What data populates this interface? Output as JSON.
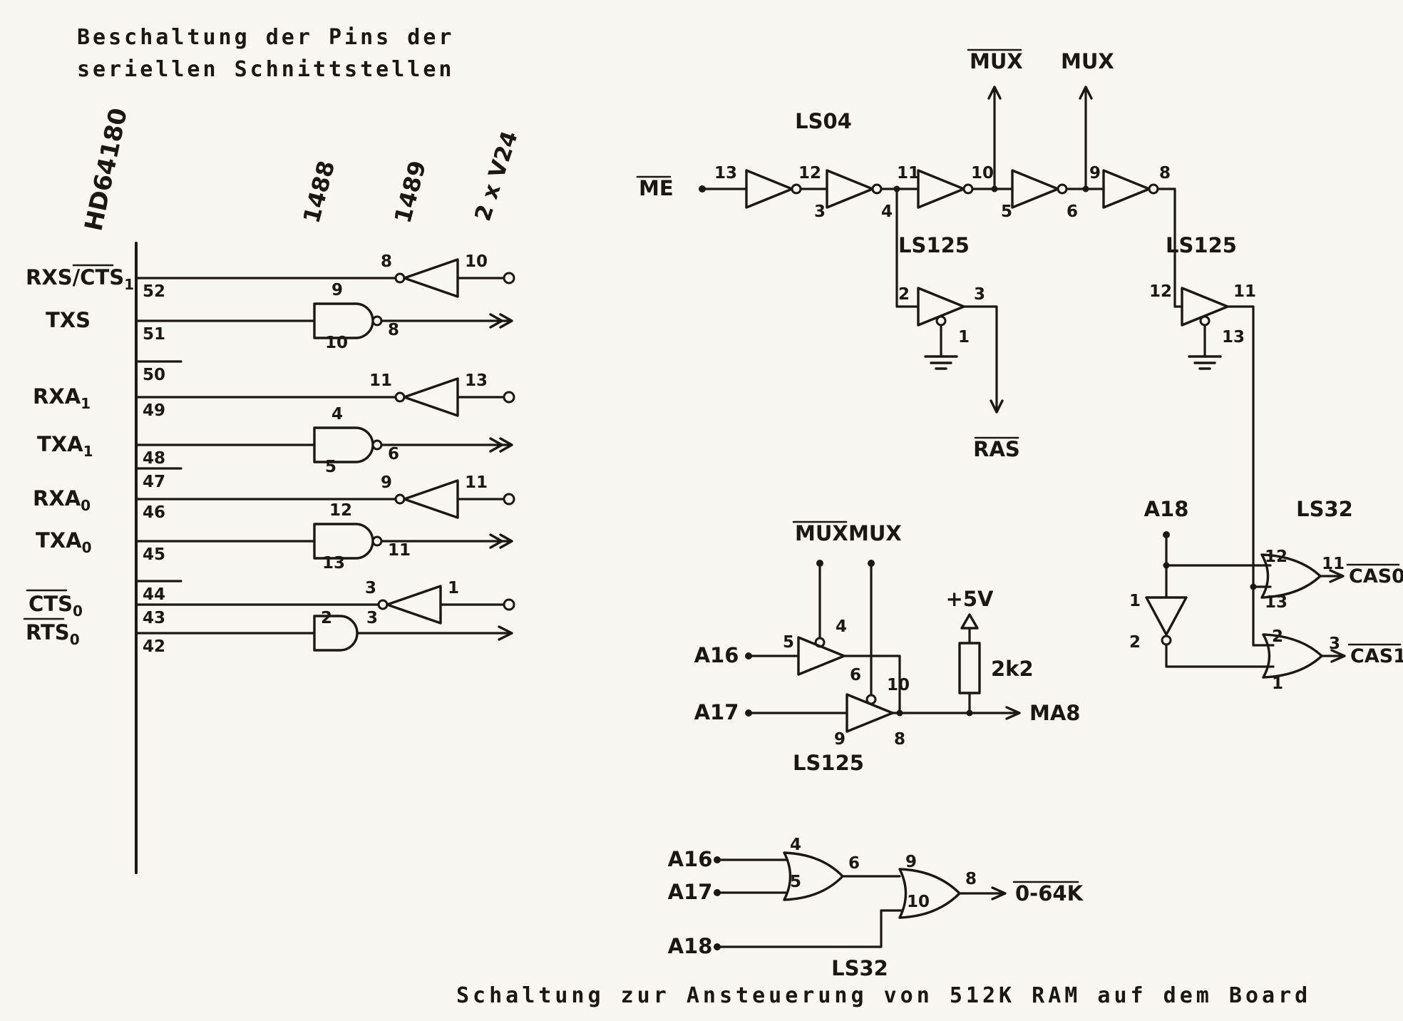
{
  "colors": {
    "paper": "#f8f6f1",
    "ink": "#1b1814"
  },
  "left": {
    "title1": "Beschaltung der Pins der",
    "title2": "seriellen Schnittstellen",
    "cols": {
      "chip": "HD64180",
      "driver": "1488",
      "receiver": "1489",
      "v24": "2 x V24"
    },
    "rows": {
      "rxs": {
        "pre": "RXS/",
        "over": "CTS",
        "sub": "1",
        "pin": "52",
        "nl": "8",
        "nr": "10"
      },
      "txs": {
        "name": "TXS",
        "pin": "51",
        "nt": "9",
        "nb": "10",
        "no": "8"
      },
      "p50": {
        "pin": "50"
      },
      "rxa1": {
        "name": "RXA",
        "sub": "1",
        "pin": "49",
        "nl": "11",
        "nr": "13"
      },
      "txa1": {
        "name": "TXA",
        "sub": "1",
        "pin": "48",
        "nt": "4",
        "nb": "5",
        "no": "6"
      },
      "p47": {
        "pin": "47"
      },
      "rxa0": {
        "name": "RXA",
        "sub": "0",
        "pin": "46",
        "nl": "9",
        "nr": "11"
      },
      "txa0": {
        "name": "TXA",
        "sub": "0",
        "pin": "45",
        "nt": "12",
        "nb": "13",
        "no": "11"
      },
      "p44": {
        "pin": "44"
      },
      "cts0": {
        "over": "CTS",
        "sub": "0",
        "pin": "43",
        "nl": "3",
        "nr": "1"
      },
      "rts0": {
        "over": "RTS",
        "sub": "0",
        "pin": "42",
        "ni": "2",
        "no": "3"
      }
    }
  },
  "ram": {
    "me": "ME",
    "ls04": {
      "label": "LS04",
      "in1": "13",
      "out1": "12",
      "in2": "3",
      "out2": "4",
      "in3": "11",
      "out3": "10",
      "in4": "5",
      "out4": "6",
      "in5": "9",
      "out5": "8"
    },
    "mux_top_n": "MUX",
    "mux_top": "MUX",
    "ls125a": {
      "label": "LS125",
      "in": "2",
      "out": "3",
      "en": "1"
    },
    "ras": "RAS",
    "ls125b": {
      "label": "LS125",
      "in": "12",
      "out": "11",
      "en": "13"
    },
    "cas": {
      "a18": "A18",
      "ls32": "LS32",
      "inv_in": "1",
      "inv_out": "2",
      "g1_t": "12",
      "g1_b": "13",
      "g1_o": "11",
      "g1": "CAS0",
      "g2_t": "2",
      "g2_b": "1",
      "g2_o": "3",
      "g2": "CAS1"
    },
    "ma8": {
      "mux_n": "MUX",
      "mux": "MUX",
      "a16": "A16",
      "a17": "A17",
      "en1": "4",
      "in1": "5",
      "out1": "6",
      "en2": "10",
      "in2": "9",
      "out2": "8",
      "v5": "+5V",
      "r": "2k2",
      "out": "MA8",
      "ls125": "LS125"
    },
    "lower": {
      "a16": "A16",
      "a17": "A17",
      "a18": "A18",
      "g3_t": "4",
      "g3_b": "5",
      "g3_o": "6",
      "g4_t": "9",
      "g4_b": "10",
      "g4_o": "8",
      "out": "0-64K",
      "ls32": "LS32"
    }
  },
  "caption": "Schaltung zur Ansteuerung von 512K RAM auf dem Board"
}
